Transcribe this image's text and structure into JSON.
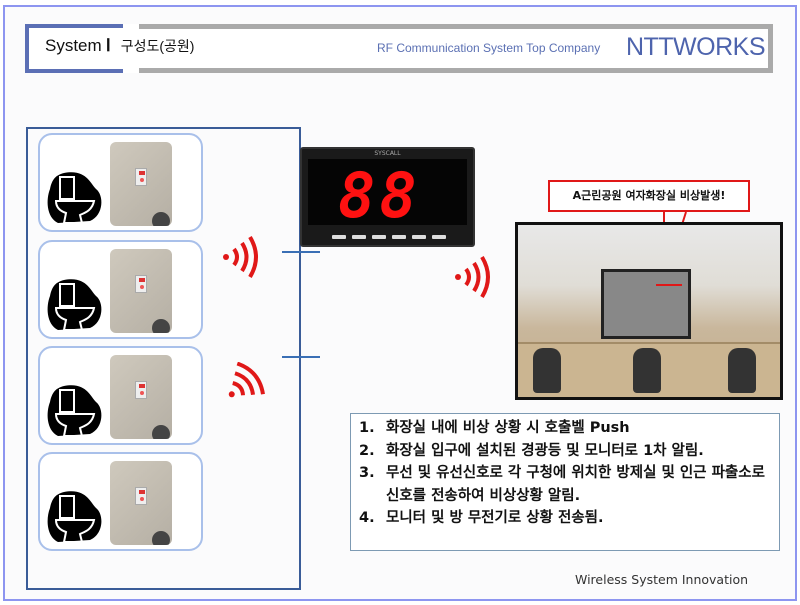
{
  "header": {
    "system": "System",
    "roman": "Ⅰ",
    "subtitle": "구성도(공원)",
    "slogan": "RF Communication System Top Company",
    "brand": "NTTWORKS"
  },
  "display": {
    "digits": "88",
    "logo": "SYSCALL"
  },
  "callout": "A근린공원 여자화장실 비상발생!",
  "steps": [
    {
      "num": "1.",
      "text": "화장실 내에 비상 상황 시 호출벨 Push"
    },
    {
      "num": "2.",
      "text": "화장실 입구에 설치된 경광등 및 모니터로 1차 알림."
    },
    {
      "num": "3.",
      "text": "무선 및 유선신호로 각 구청에 위치한 방제실 및 인근 파출소로 신호를 전송하여 비상상황 알림."
    },
    {
      "num": "4.",
      "text": "모니터 및 방 무전기로 상황 전송됨."
    }
  ],
  "footer": "Wireless System Innovation",
  "colors": {
    "accent": "#4e64ad",
    "signal": "#e01818",
    "frame": "#8d95f0"
  }
}
